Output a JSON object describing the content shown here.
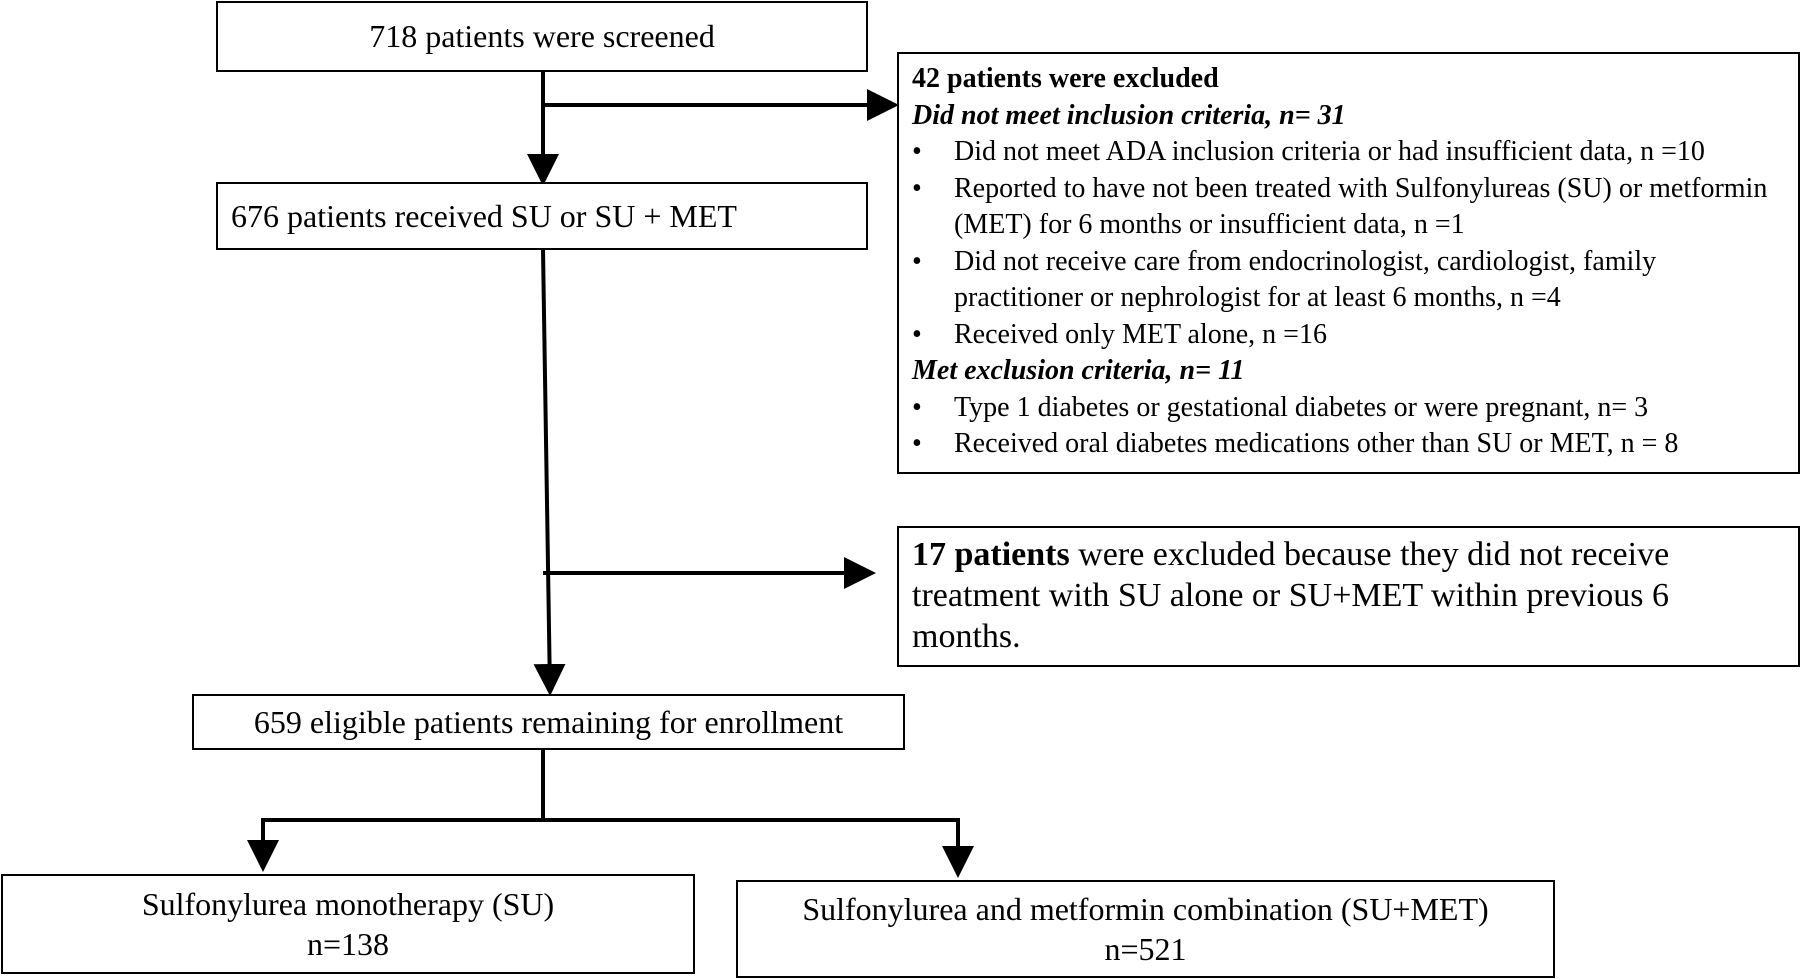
{
  "nodes": {
    "screened": "718 patients were screened",
    "received": "676 patients received  SU or SU + MET",
    "eligible": "659 eligible patients remaining for enrollment",
    "su_mono": {
      "label": "Sulfonylurea monotherapy (SU)",
      "n": "n=138"
    },
    "su_met": {
      "label": "Sulfonylurea and metformin combination (SU+MET)",
      "n": "n=521"
    }
  },
  "exclusion_1": {
    "title": "42 patients were excluded",
    "group_a": {
      "title": "Did not meet inclusion criteria, n= 31",
      "items": [
        "Did not meet ADA inclusion criteria or had insufficient data, n =10",
        "Reported to have not been treated with Sulfonylureas (SU) or metformin (MET) for 6 months or insufficient data,  n =1",
        "Did not receive care from endocrinologist, cardiologist, family practitioner or nephrologist for at least 6 months, n =4",
        "Received only MET alone,  n =16"
      ]
    },
    "group_b": {
      "title": "Met exclusion criteria, n= 11",
      "items": [
        "Type 1 diabetes or gestational diabetes or were pregnant,  n= 3",
        "Received oral diabetes medications other than SU or MET, n = 8"
      ]
    }
  },
  "exclusion_2": {
    "bold": "17 patients",
    "rest": " were excluded because they did not receive treatment with SU alone or SU+MET within previous 6 months."
  }
}
